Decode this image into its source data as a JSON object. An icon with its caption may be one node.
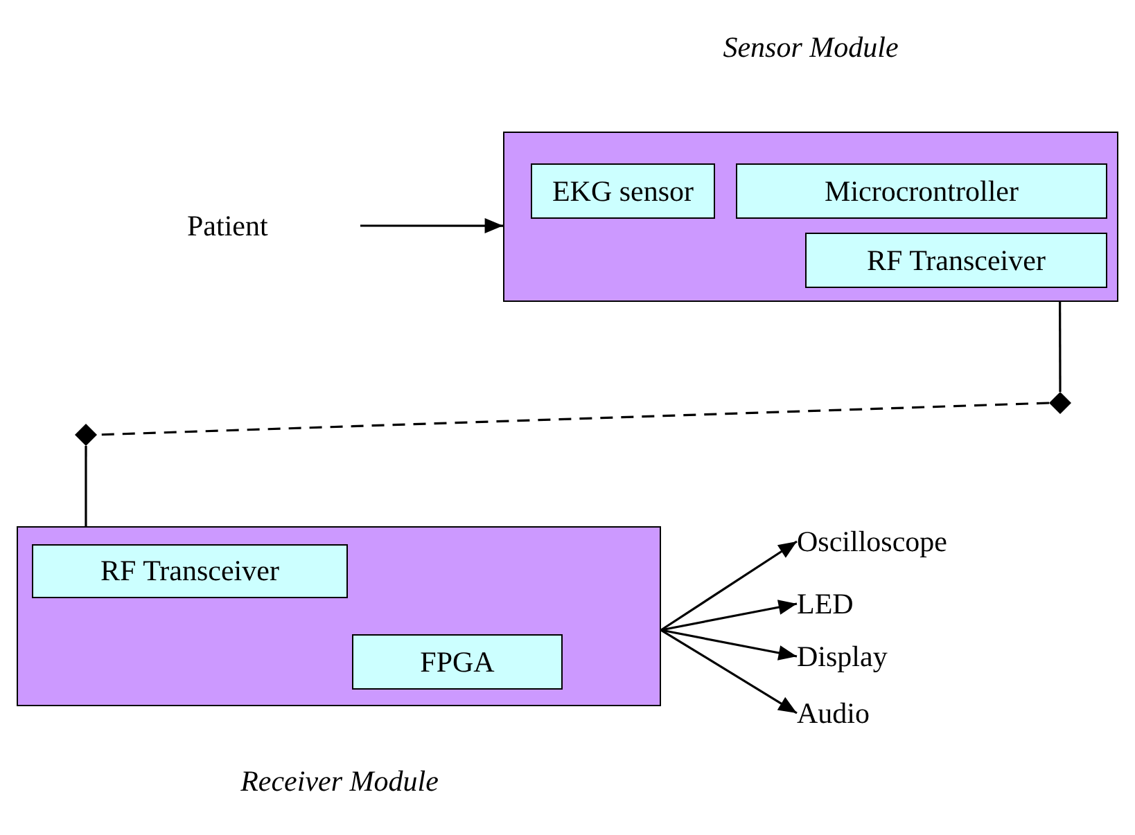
{
  "diagram": {
    "nodes": [
      {
        "text": [
          "Sensor Module"
        ]
      },
      {
        "text": [
          "EKG sensor"
        ],
        "in": 0
      },
      {
        "text": [
          "Microcrontroller"
        ],
        "in": 0
      },
      {
        "text": [
          "RF Transceiver"
        ],
        "in": 0
      },
      {
        "text": [
          "Patient"
        ]
      },
      {
        "text": [],
        "shape": "diamond"
      },
      {
        "text": [],
        "shape": "diamond"
      },
      {
        "text": [
          "Receiver Module"
        ]
      },
      {
        "text": [
          "RF Transceiver"
        ],
        "in": 7
      },
      {
        "text": [
          "FPGA"
        ],
        "in": 7
      },
      {
        "text": [
          "Oscilloscope"
        ]
      },
      {
        "text": [
          "LED"
        ]
      },
      {
        "text": [
          "Display"
        ]
      },
      {
        "text": [
          "Audio"
        ]
      }
    ],
    "edges": [
      {
        "from": 4,
        "to": 0,
        "arrow": "to"
      },
      {
        "from": 0,
        "to": 5,
        "arrow": "none"
      },
      {
        "from": 5,
        "to": 6,
        "arrow": "none",
        "style": "dashed"
      },
      {
        "from": 6,
        "to": 7,
        "arrow": "none"
      },
      {
        "from": 7,
        "to": 10,
        "arrow": "to"
      },
      {
        "from": 7,
        "to": 11,
        "arrow": "to"
      },
      {
        "from": 7,
        "to": 12,
        "arrow": "to"
      },
      {
        "from": 7,
        "to": 13,
        "arrow": "to"
      }
    ]
  }
}
